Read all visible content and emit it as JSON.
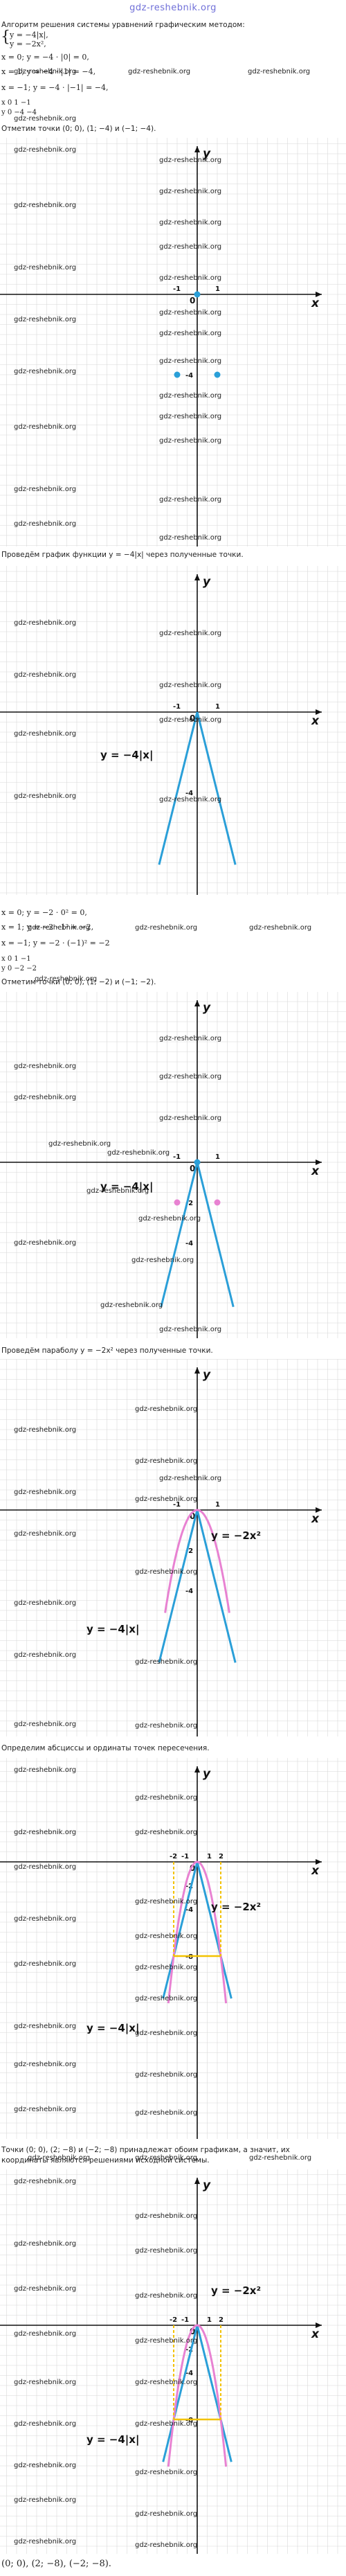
{
  "site_logo": "gdz-reshebnik.org",
  "watermark": "gdz-reshebnik.org",
  "colors": {
    "grid": "#d8d8d8",
    "axis": "#111111",
    "line": "#2a9fd8",
    "parabola": "#e882d2",
    "yellow": "#f3c200"
  },
  "text": {
    "intro": "Алгоритм решения системы уравнений графическим методом:",
    "sys1": "y  =  −4|x|,",
    "sys2": "y  =  −2x²,",
    "l1": "x = 0; y = −4 · |0| = 0,",
    "l2": "x = 1; y = −4 · |1| = −4,",
    "l3": "x = −1; y = −4 · |−1| = −4,",
    "t1_x": "x   0   1   −1",
    "t1_y": "y   0   −4   −4",
    "mark1": "Отметим точки (0; 0), (1; −4) и (−1; −4).",
    "draw1": "Проведём график функции y = −4|x| через полученные точки.",
    "p1": "x = 0; y = −2 · 0² = 0,",
    "p2": "x = 1; y = −2 · 1² = −2,",
    "p3": "x = −1; y = −2 · (−1)² = −2",
    "t2_x": "x   0   1   −1",
    "t2_y": "y   0   −2   −2",
    "mark2": "Отметим точки (0; 0), (1; −2) и (−1; −2).",
    "draw2": "Проведём параболу y = −2x² через полученные точки.",
    "find": "Определим абсциссы и ординаты точек пересечения.",
    "concl1": "Точки (0; 0), (2; −8) и (−2; −8) принадлежат обоим графикам, а значит, их",
    "concl2": "координаты являются решениями исходной системы.",
    "answer": "(0; 0), (2; −8), (−2; −8)."
  },
  "graph": {
    "x_label": "x",
    "y_label": "y",
    "origin": "0",
    "n1": "1",
    "neg1": "-1",
    "neg4": "-4",
    "neg2": "-2",
    "neg8": "-8",
    "two": "2",
    "neg_two": "-2",
    "label_abs": "y = −4|x|",
    "label_par": "y = −2x²"
  }
}
